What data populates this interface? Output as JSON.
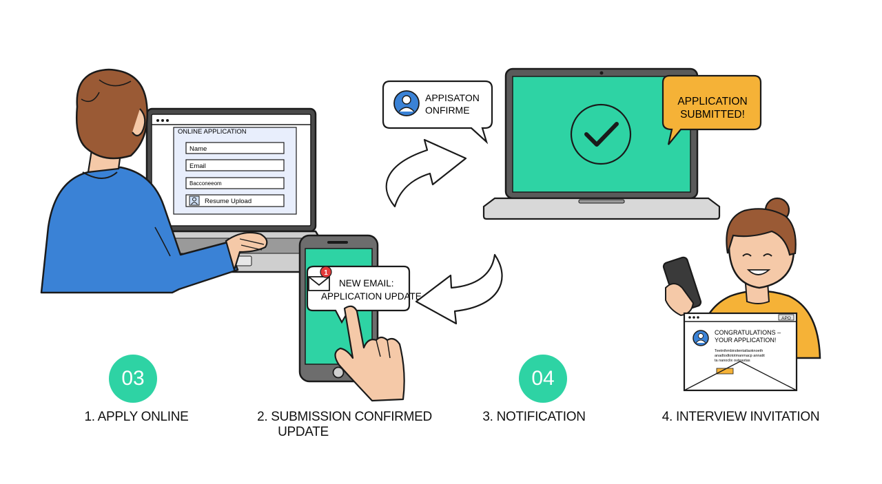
{
  "colors": {
    "teal": "#2ed3a4",
    "blue_shirt": "#3a82d6",
    "orange": "#f5b237",
    "outline": "#1a1a1a",
    "skin": "#f5c9a8",
    "hair": "#9a5a35",
    "screen_form": "#e8eefc",
    "gray_device": "#6d6d6d",
    "notification_red": "#e43b3b"
  },
  "scene1": {
    "form_title": "ONLINE APPLICATION",
    "fields": [
      "Name",
      "Email",
      "Bacconeeom",
      "Resume Upload"
    ]
  },
  "scene2": {
    "bubble_line1": "NEW EMAIL:",
    "bubble_line2": "APPLICATION UPDATE",
    "notification_count": "1"
  },
  "scene3": {
    "bubble_line1": "APPISATON",
    "bubble_line2": "ONFIRME",
    "callout_line1": "APPLICATION",
    "callout_line2": "SUBMITTED!"
  },
  "scene4": {
    "browser_tag": "APO",
    "letter_line1": "CONGRATULATIONS –",
    "letter_line2": "YOUR APPLICATION!",
    "letter_body1": "Teetnthmbirsitentatlaoknoeth",
    "letter_body2": "anadtodtototmanmacp annatit",
    "letter_body3": "ta nanoclix outeastas"
  },
  "badges": [
    {
      "text": "03"
    },
    {
      "text": "04"
    }
  ],
  "steps": [
    {
      "line1": "1. APPLY ONLINE",
      "line2": ""
    },
    {
      "line1": "2. SUBMISSION CONFIRMED",
      "line2": "UPDATE"
    },
    {
      "line1": "3. NOTIFICATION",
      "line2": ""
    },
    {
      "line1": "4. INTERVIEW INVITATION",
      "line2": ""
    }
  ]
}
